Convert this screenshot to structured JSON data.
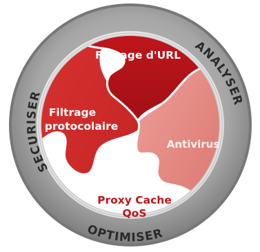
{
  "ring": {
    "top_right": "ANALYSER",
    "left": "SECURISER",
    "bottom": "OPTIMISER"
  },
  "pieces": {
    "top": "Filtrage d'URL",
    "left_line1": "Filtrage",
    "left_line2": "protocolaire",
    "right": "Antivirus",
    "bottom_line1": "Proxy Cache",
    "bottom_line2": "QoS"
  },
  "colors": {
    "ring": "#9a9a9a",
    "ring_inner": "#e6e6e6",
    "top_piece": "#b3141a",
    "left_piece": "#cf2a2a",
    "right_piece": "#e58a84",
    "bottom_piece": "#ffffff",
    "label_dark": "#2a2a2a"
  }
}
